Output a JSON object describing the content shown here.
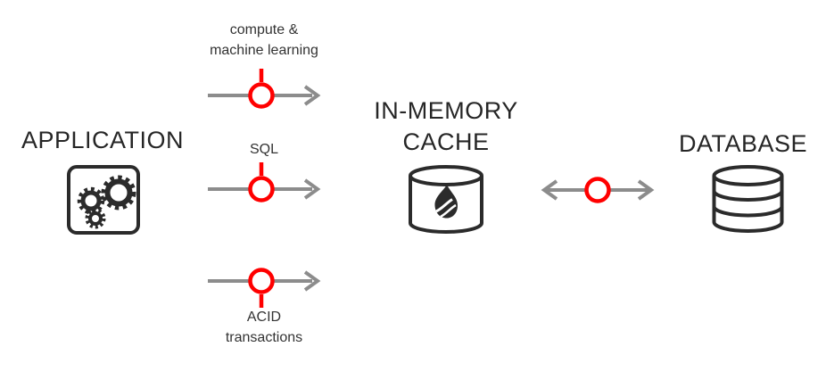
{
  "diagram": {
    "type": "architecture-flow",
    "colors": {
      "connector_red": "#ff0000",
      "arrow_gray": "#8c8c8c",
      "icon_ink": "#2b2b2b",
      "text": "#2b2b2b",
      "background": "#ffffff"
    },
    "nodes": [
      {
        "id": "application",
        "label": "APPLICATION",
        "icon": "gears-in-rounded-square"
      },
      {
        "id": "in-memory-cache",
        "label_line1": "IN-MEMORY",
        "label_line2": "CACHE",
        "icon": "cylinder-with-flame"
      },
      {
        "id": "database",
        "label": "DATABASE",
        "icon": "stacked-disks-cylinder"
      }
    ],
    "edges": [
      {
        "id": "compute-ml",
        "from": "application",
        "to": "in-memory-cache",
        "label_line1": "compute &",
        "label_line2": "machine learning",
        "direction": "right",
        "connector": "red-circle-stem-up",
        "label_position": "above"
      },
      {
        "id": "sql",
        "from": "application",
        "to": "in-memory-cache",
        "label": "SQL",
        "direction": "right",
        "connector": "red-circle-stem-up",
        "label_position": "above"
      },
      {
        "id": "acid",
        "from": "application",
        "to": "in-memory-cache",
        "label_line1": "ACID",
        "label_line2": "transactions",
        "direction": "right",
        "connector": "red-circle-stem-down",
        "label_position": "below"
      },
      {
        "id": "cache-database",
        "from": "in-memory-cache",
        "to": "database",
        "direction": "bidirectional",
        "connector": "red-circle"
      }
    ]
  }
}
